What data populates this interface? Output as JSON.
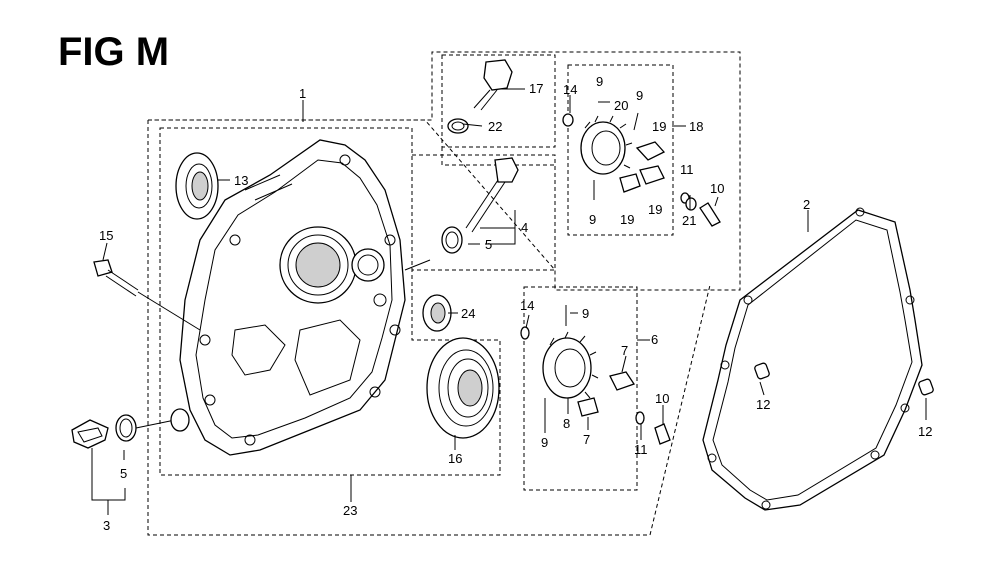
{
  "figure": {
    "title": "FIG M"
  },
  "callouts": [
    {
      "id": "c1",
      "text": "1"
    },
    {
      "id": "c2",
      "text": "2"
    },
    {
      "id": "c3",
      "text": "3"
    },
    {
      "id": "c4",
      "text": "4"
    },
    {
      "id": "c5a",
      "text": "5"
    },
    {
      "id": "c5b",
      "text": "5"
    },
    {
      "id": "c6",
      "text": "6"
    },
    {
      "id": "c7a",
      "text": "7"
    },
    {
      "id": "c7b",
      "text": "7"
    },
    {
      "id": "c8",
      "text": "8"
    },
    {
      "id": "c9a",
      "text": "9"
    },
    {
      "id": "c9b",
      "text": "9"
    },
    {
      "id": "c9c",
      "text": "9"
    },
    {
      "id": "c9d",
      "text": "9"
    },
    {
      "id": "c9e",
      "text": "9"
    },
    {
      "id": "c10a",
      "text": "10"
    },
    {
      "id": "c10b",
      "text": "10"
    },
    {
      "id": "c11a",
      "text": "11"
    },
    {
      "id": "c11b",
      "text": "11"
    },
    {
      "id": "c12a",
      "text": "12"
    },
    {
      "id": "c12b",
      "text": "12"
    },
    {
      "id": "c13",
      "text": "13"
    },
    {
      "id": "c14a",
      "text": "14"
    },
    {
      "id": "c14b",
      "text": "14"
    },
    {
      "id": "c15",
      "text": "15"
    },
    {
      "id": "c16",
      "text": "16"
    },
    {
      "id": "c17",
      "text": "17"
    },
    {
      "id": "c18",
      "text": "18"
    },
    {
      "id": "c19a",
      "text": "19"
    },
    {
      "id": "c19b",
      "text": "19"
    },
    {
      "id": "c19c",
      "text": "19"
    },
    {
      "id": "c20",
      "text": "20"
    },
    {
      "id": "c21",
      "text": "21"
    },
    {
      "id": "c22",
      "text": "22"
    },
    {
      "id": "c23",
      "text": "23"
    },
    {
      "id": "c24",
      "text": "24"
    }
  ]
}
